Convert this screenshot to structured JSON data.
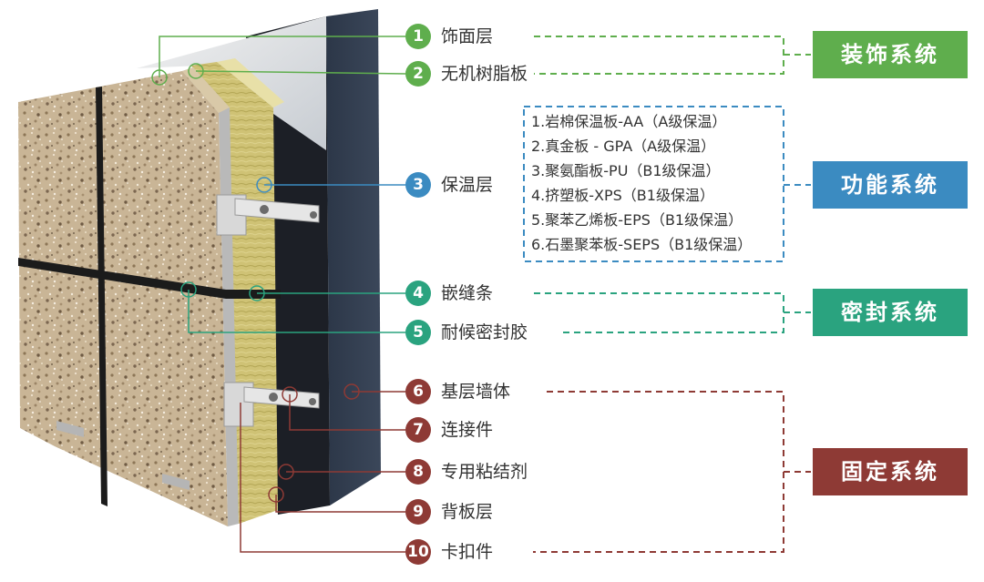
{
  "colors": {
    "green": "#5fae4d",
    "blue": "#3b8bc1",
    "teal": "#2aa37f",
    "red": "#8e3a35"
  },
  "components": [
    {
      "num": "1",
      "label": "饰面层",
      "color": "green"
    },
    {
      "num": "2",
      "label": "无机树脂板",
      "color": "green"
    },
    {
      "num": "3",
      "label": "保温层",
      "color": "blue"
    },
    {
      "num": "4",
      "label": "嵌缝条",
      "color": "teal"
    },
    {
      "num": "5",
      "label": "耐候密封胶",
      "color": "teal"
    },
    {
      "num": "6",
      "label": "基层墙体",
      "color": "red"
    },
    {
      "num": "7",
      "label": "连接件",
      "color": "red"
    },
    {
      "num": "8",
      "label": "专用粘结剂",
      "color": "red"
    },
    {
      "num": "9",
      "label": "背板层",
      "color": "red"
    },
    {
      "num": "10",
      "label": "卡扣件",
      "color": "red"
    }
  ],
  "systems": [
    {
      "label": "装饰系统",
      "color": "green"
    },
    {
      "label": "功能系统",
      "color": "blue"
    },
    {
      "label": "密封系统",
      "color": "teal"
    },
    {
      "label": "固定系统",
      "color": "red"
    }
  ],
  "insulation_materials": [
    "1.岩棉保温板-AA（A级保温）",
    "2.真金板 - GPA（A级保温）",
    "3.聚氨酯板-PU（B1级保温）",
    "4.挤塑板-XPS（B1级保温）",
    "5.聚苯乙烯板-EPS（B1级保温）",
    "6.石墨聚苯板-SEPS（B1级保温）"
  ]
}
